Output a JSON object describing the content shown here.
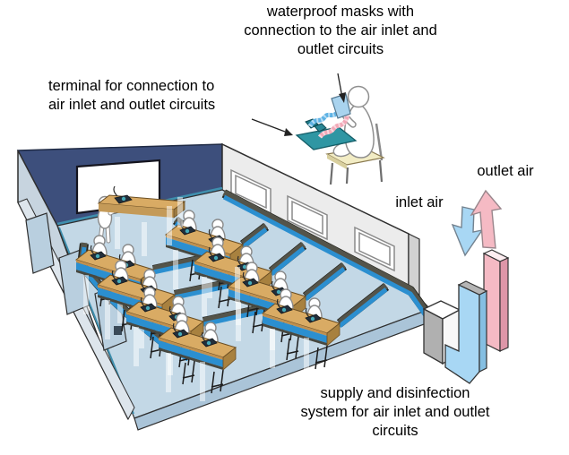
{
  "diagram": {
    "labels": {
      "masks": "waterproof masks with\nconnection to the air inlet and\noutlet circuits",
      "terminal": "terminal for connection to\nair inlet and outlet circuits",
      "outlet_air": "outlet air",
      "inlet_air": "inlet air",
      "supply": "supply and disinfection\nsystem for air inlet and outlet\ncircuits"
    },
    "colors": {
      "inlet_blue": "#a8d7f4",
      "outlet_pink": "#f5bac4",
      "duct_blue": "#2b8fd0",
      "duct_top_gray": "#54544a",
      "terminal_teal": "#2f96a3",
      "back_wall_navy": "#3d4f7c",
      "right_wall_gray": "#ececec",
      "left_wall_blue_gray": "#c7d4df",
      "floor_blue": "#c3d8e6",
      "desk_tan": "#d9ab64",
      "mask_blue": "#a9d3ee",
      "text": "#000000"
    },
    "scene": {
      "student_desks": 8,
      "students_per_desk": 2,
      "teacher_present": true,
      "right_wall_windows": 3,
      "left_wall_openings": 3
    }
  }
}
